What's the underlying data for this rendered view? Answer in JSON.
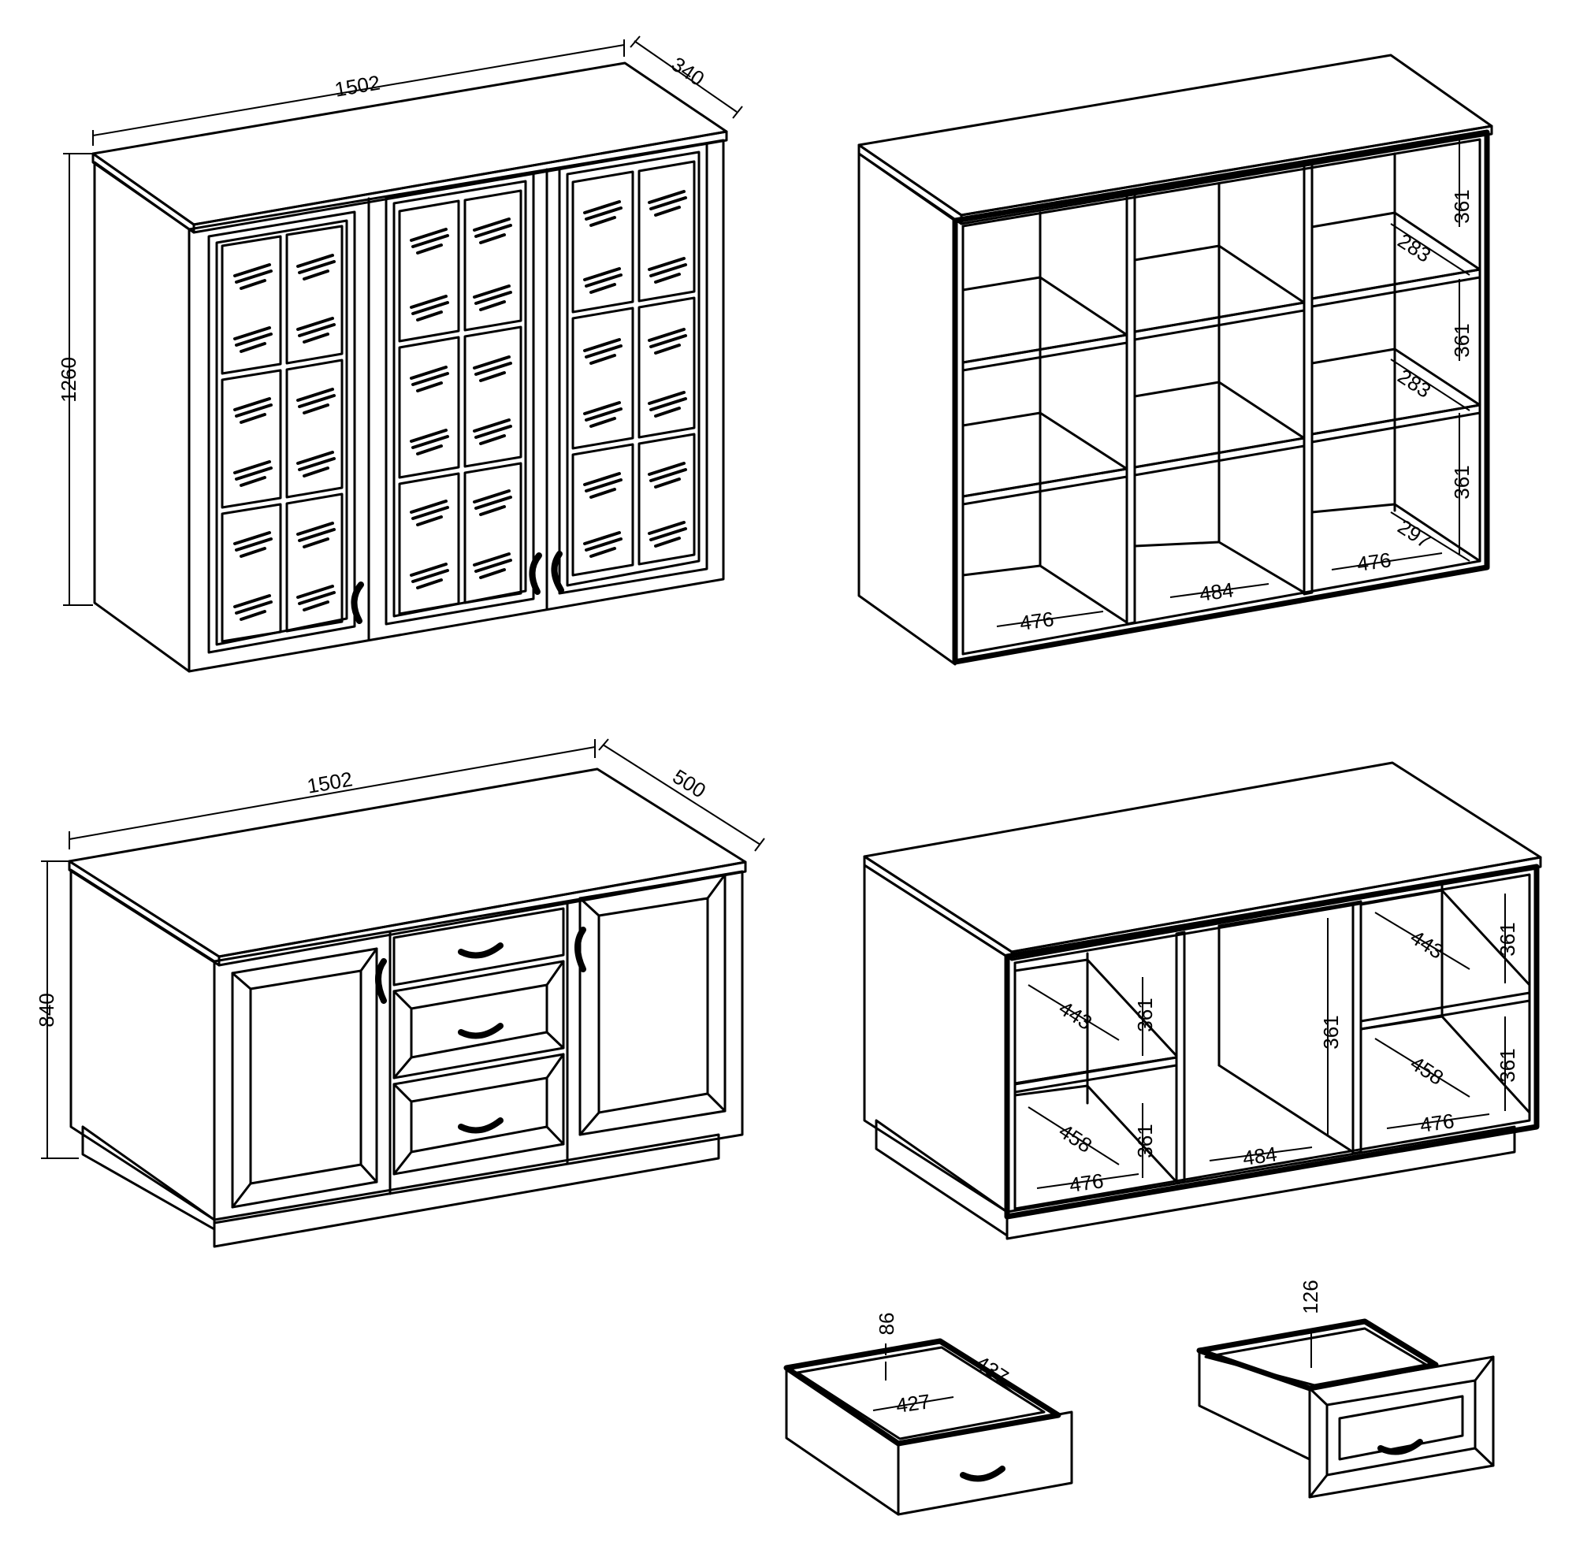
{
  "views": {
    "top_cabinet": {
      "width": "1502",
      "depth": "340",
      "height": "1260"
    },
    "top_cabinet_open": {
      "shelf_height_1": "361",
      "shelf_height_2": "361",
      "shelf_height_3": "361",
      "depth_1": "283",
      "depth_2": "283",
      "depth_3": "297",
      "width_left": "476",
      "width_mid": "484",
      "width_right": "476"
    },
    "bottom_cabinet": {
      "width": "1502",
      "depth": "500",
      "height": "840"
    },
    "bottom_cabinet_open": {
      "left_top_depth": "443",
      "left_top_height": "361",
      "left_bottom_depth": "458",
      "left_bottom_height": "361",
      "left_width": "476",
      "mid_height": "361",
      "mid_width": "484",
      "right_top_depth": "443",
      "right_top_height": "361",
      "right_bottom_depth": "458",
      "right_bottom_height": "361",
      "right_width": "476"
    },
    "drawer_small": {
      "height": "86",
      "width": "427",
      "depth": "437"
    },
    "drawer_large": {
      "height": "126"
    }
  }
}
